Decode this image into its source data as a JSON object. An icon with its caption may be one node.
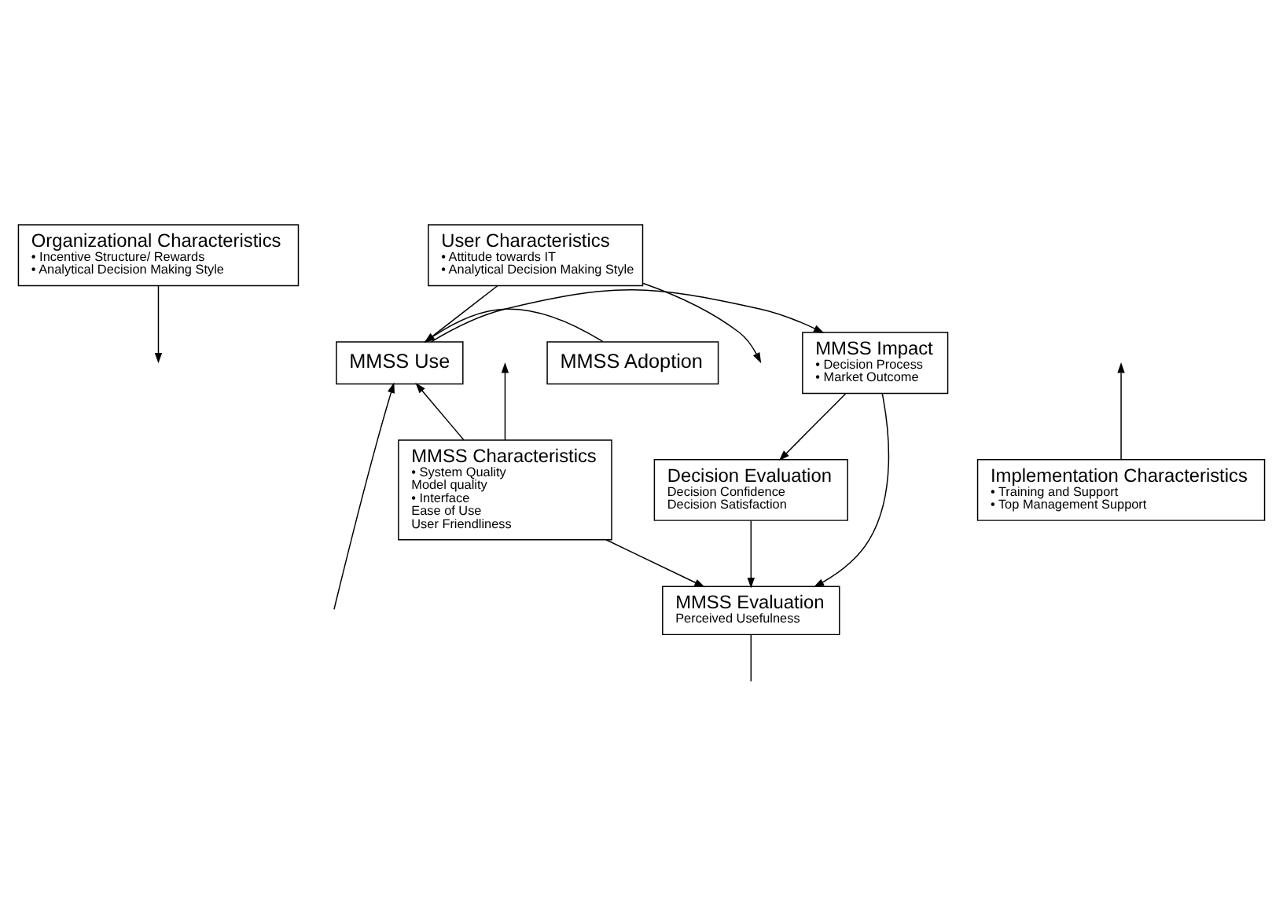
{
  "diagram": {
    "nodes": [
      {
        "text": [
          "Organizational Characteristics",
          "• Incentive Structure/ Rewards",
          "• Analytical Decision Making Style"
        ]
      },
      {
        "text": [
          "User Characteristics",
          "• Attitude towards IT",
          "• Analytical Decision Making Style"
        ]
      },
      {
        "text": [
          "MMSS Adoption"
        ]
      },
      {
        "text": [
          "MMSS Use"
        ]
      },
      {
        "text": [
          "MMSS Impact",
          "• Decision Process",
          "• Market Outcome"
        ]
      },
      {
        "text": [
          "Implementation Characteristics",
          "• Training and Support",
          "• Top Management Support"
        ]
      },
      {
        "text": [
          "MMSS Characteristics",
          "• System Quality",
          "Model quality",
          "• Interface",
          "Ease of Use",
          "User Friendliness"
        ]
      },
      {
        "text": [
          "Decision Evaluation",
          "Decision Confidence",
          "Decision Satisfaction"
        ]
      },
      {
        "text": [
          "MMSS Evaluation",
          "Perceived Usefulness"
        ]
      }
    ],
    "edges": [
      {
        "from": 2,
        "to": 3,
        "arrow": "to"
      },
      {
        "from": 0,
        "to": null,
        "arrow": "to"
      },
      {
        "from": 5,
        "to": null,
        "arrow": "to"
      },
      {
        "from": 1,
        "to": 3,
        "arrow": "to"
      },
      {
        "from": 1,
        "to": null,
        "arrow": "to"
      },
      {
        "from": 3,
        "to": 4,
        "arrow": "to"
      },
      {
        "from": 6,
        "to": 3,
        "arrow": "to"
      },
      {
        "from": 6,
        "to": null,
        "arrow": "to"
      },
      {
        "from": 4,
        "to": 7,
        "arrow": "to"
      },
      {
        "from": 4,
        "to": 8,
        "arrow": "to"
      },
      {
        "from": 7,
        "to": 8,
        "arrow": "to"
      },
      {
        "from": 6,
        "to": 8,
        "arrow": "to"
      },
      {
        "from": null,
        "to": 3,
        "arrow": "to"
      },
      {
        "from": 8,
        "to": null,
        "arrow": "none"
      }
    ]
  }
}
